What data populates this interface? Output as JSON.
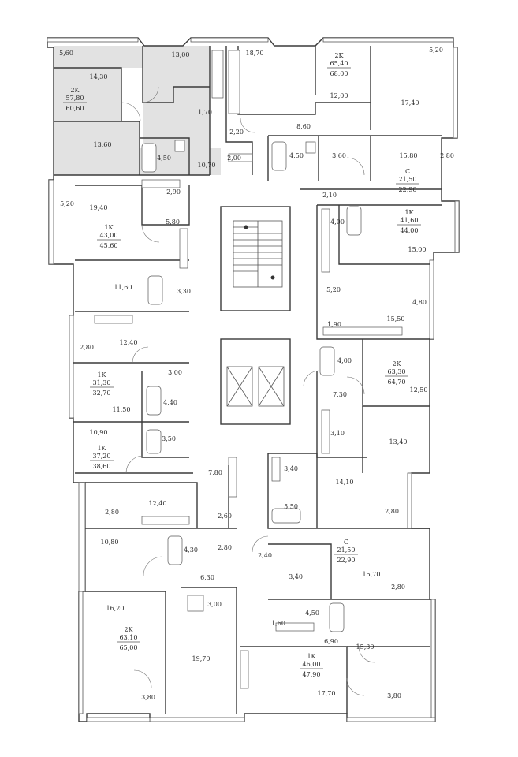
{
  "colors": {
    "wall": "#3a3a3a",
    "highlight": "#e2e2e2",
    "text": "#2a2a2a"
  },
  "highlighted_apartment": "2K 57.80 / 60.60",
  "labels": [
    {
      "id": "a1",
      "lines": [
        "5,60"
      ]
    },
    {
      "id": "a2",
      "lines": [
        "13,00"
      ]
    },
    {
      "id": "a3",
      "lines": [
        "14,30"
      ]
    },
    {
      "id": "a4",
      "lines": [
        "2K",
        "57,80",
        "60,60"
      ]
    },
    {
      "id": "a5",
      "lines": [
        "1,70"
      ]
    },
    {
      "id": "a6",
      "lines": [
        "13,60"
      ]
    },
    {
      "id": "a7",
      "lines": [
        "4,50"
      ]
    },
    {
      "id": "a8",
      "lines": [
        "10,70"
      ]
    },
    {
      "id": "a9",
      "lines": [
        "18,70"
      ]
    },
    {
      "id": "a10",
      "lines": [
        "2K",
        "65,40",
        "68,00"
      ]
    },
    {
      "id": "a11",
      "lines": [
        "12,00"
      ]
    },
    {
      "id": "a12",
      "lines": [
        "5,20"
      ]
    },
    {
      "id": "a13",
      "lines": [
        "17,40"
      ]
    },
    {
      "id": "a14",
      "lines": [
        "2,20"
      ]
    },
    {
      "id": "a15",
      "lines": [
        "8,60"
      ]
    },
    {
      "id": "a16",
      "lines": [
        "2,00"
      ]
    },
    {
      "id": "a17",
      "lines": [
        "4,50"
      ]
    },
    {
      "id": "a18",
      "lines": [
        "3,60"
      ]
    },
    {
      "id": "a19",
      "lines": [
        "15,80"
      ]
    },
    {
      "id": "a20",
      "lines": [
        "2,80"
      ]
    },
    {
      "id": "a21",
      "lines": [
        "C",
        "21,50",
        "22,90"
      ]
    },
    {
      "id": "a22",
      "lines": [
        "2,90"
      ]
    },
    {
      "id": "a23",
      "lines": [
        "2,10"
      ]
    },
    {
      "id": "a24",
      "lines": [
        "5,20"
      ]
    },
    {
      "id": "a25",
      "lines": [
        "19,40"
      ]
    },
    {
      "id": "a26",
      "lines": [
        "1K",
        "43,00",
        "45,60"
      ]
    },
    {
      "id": "a27",
      "lines": [
        "5,80"
      ]
    },
    {
      "id": "a28",
      "lines": [
        "4,00"
      ]
    },
    {
      "id": "a29",
      "lines": [
        "1K",
        "41,60",
        "44,00"
      ]
    },
    {
      "id": "a30",
      "lines": [
        "15,00"
      ]
    },
    {
      "id": "a31",
      "lines": [
        "11,60"
      ]
    },
    {
      "id": "a32",
      "lines": [
        "3,30"
      ]
    },
    {
      "id": "a33",
      "lines": [
        "5,20"
      ]
    },
    {
      "id": "a34",
      "lines": [
        "4,80"
      ]
    },
    {
      "id": "a35",
      "lines": [
        "15,50"
      ]
    },
    {
      "id": "a36",
      "lines": [
        "1,90"
      ]
    },
    {
      "id": "a37",
      "lines": [
        "12,40"
      ]
    },
    {
      "id": "a38",
      "lines": [
        "2,80"
      ]
    },
    {
      "id": "a39",
      "lines": [
        "3,00"
      ]
    },
    {
      "id": "a40",
      "lines": [
        "4,00"
      ]
    },
    {
      "id": "a41",
      "lines": [
        "2K",
        "63,30",
        "64,70"
      ]
    },
    {
      "id": "a42",
      "lines": [
        "1K",
        "31,30",
        "32,70"
      ]
    },
    {
      "id": "a43",
      "lines": [
        "4,40"
      ]
    },
    {
      "id": "a44",
      "lines": [
        "7,30"
      ]
    },
    {
      "id": "a45",
      "lines": [
        "12,50"
      ]
    },
    {
      "id": "a46",
      "lines": [
        "11,50"
      ]
    },
    {
      "id": "a47",
      "lines": [
        "3,10"
      ]
    },
    {
      "id": "a48",
      "lines": [
        "13,40"
      ]
    },
    {
      "id": "a49",
      "lines": [
        "10,90"
      ]
    },
    {
      "id": "a50",
      "lines": [
        "1K",
        "37,20",
        "38,60"
      ]
    },
    {
      "id": "a51",
      "lines": [
        "3,50"
      ]
    },
    {
      "id": "a52",
      "lines": [
        "3,40"
      ]
    },
    {
      "id": "a53",
      "lines": [
        "14,10"
      ]
    },
    {
      "id": "a54",
      "lines": [
        "7,80"
      ]
    },
    {
      "id": "a55",
      "lines": [
        "12,40"
      ]
    },
    {
      "id": "a56",
      "lines": [
        "5,50"
      ]
    },
    {
      "id": "a57",
      "lines": [
        "2,80"
      ]
    },
    {
      "id": "a58",
      "lines": [
        "2,60"
      ]
    },
    {
      "id": "a59",
      "lines": [
        "2,80"
      ]
    },
    {
      "id": "a60",
      "lines": [
        "10,80"
      ]
    },
    {
      "id": "a61",
      "lines": [
        "4,30"
      ]
    },
    {
      "id": "a62",
      "lines": [
        "2,80"
      ]
    },
    {
      "id": "a63",
      "lines": [
        "C",
        "21,50",
        "22,90"
      ]
    },
    {
      "id": "a64",
      "lines": [
        "2,40"
      ]
    },
    {
      "id": "a65",
      "lines": [
        "6,30"
      ]
    },
    {
      "id": "a66",
      "lines": [
        "3,40"
      ]
    },
    {
      "id": "a67",
      "lines": [
        "15,70"
      ]
    },
    {
      "id": "a68",
      "lines": [
        "2,80"
      ]
    },
    {
      "id": "a69",
      "lines": [
        "16,20"
      ]
    },
    {
      "id": "a70",
      "lines": [
        "3,00"
      ]
    },
    {
      "id": "a71",
      "lines": [
        "4,50"
      ]
    },
    {
      "id": "a72",
      "lines": [
        "1,60"
      ]
    },
    {
      "id": "a73",
      "lines": [
        "2K",
        "63,10",
        "65,00"
      ]
    },
    {
      "id": "a74",
      "lines": [
        "6,90"
      ]
    },
    {
      "id": "a75",
      "lines": [
        "15,30"
      ]
    },
    {
      "id": "a76",
      "lines": [
        "19,70"
      ]
    },
    {
      "id": "a77",
      "lines": [
        "1K",
        "46,00",
        "47,90"
      ]
    },
    {
      "id": "a78",
      "lines": [
        "17,70"
      ]
    },
    {
      "id": "a79",
      "lines": [
        "3,80"
      ]
    },
    {
      "id": "a80",
      "lines": [
        "3,80"
      ]
    }
  ]
}
